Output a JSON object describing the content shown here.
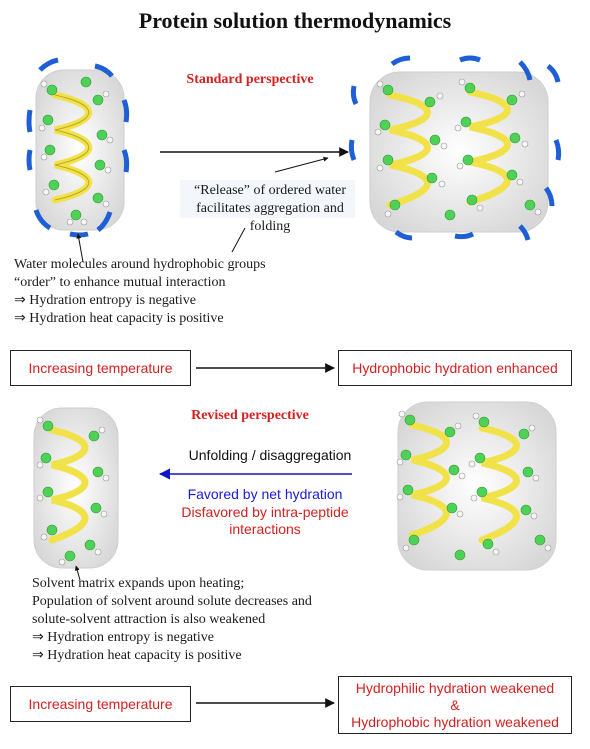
{
  "title": "Protein solution thermodynamics",
  "standard": {
    "heading": "Standard perspective",
    "release_note": [
      "“Release” of ordered water",
      "facilitates aggregation and folding"
    ],
    "caption": [
      "Water molecules around hydrophobic groups",
      "“order” to enhance mutual interaction",
      "⇒ Hydration entropy is negative",
      "⇒ Hydration heat capacity is positive"
    ],
    "temp_box": "Increasing temperature",
    "result_box": "Hydrophobic hydration enhanced"
  },
  "revised": {
    "heading": "Revised perspective",
    "arrow_label": "Unfolding / disaggregation",
    "favored": "Favored by net hydration",
    "disfavored": [
      "Disfavored by intra-peptide",
      "interactions"
    ],
    "caption": [
      "Solvent matrix expands upon heating;",
      "Population of solvent around solute decreases and",
      "solute-solvent attraction is also weakened",
      "⇒ Hydration entropy is negative",
      "⇒ Hydration heat capacity is positive"
    ],
    "temp_box": "Increasing temperature",
    "result_box": [
      "Hydrophilic hydration weakened",
      "&",
      "Hydrophobic hydration weakened"
    ]
  },
  "colors": {
    "heading_red": "#d42020",
    "favored_blue": "#1a1adc",
    "arrow_blue": "#1515c8",
    "water_blue": "#1f5fd6",
    "helix_yellow": "#f2e24a",
    "carbon_green": "#4fd157"
  }
}
